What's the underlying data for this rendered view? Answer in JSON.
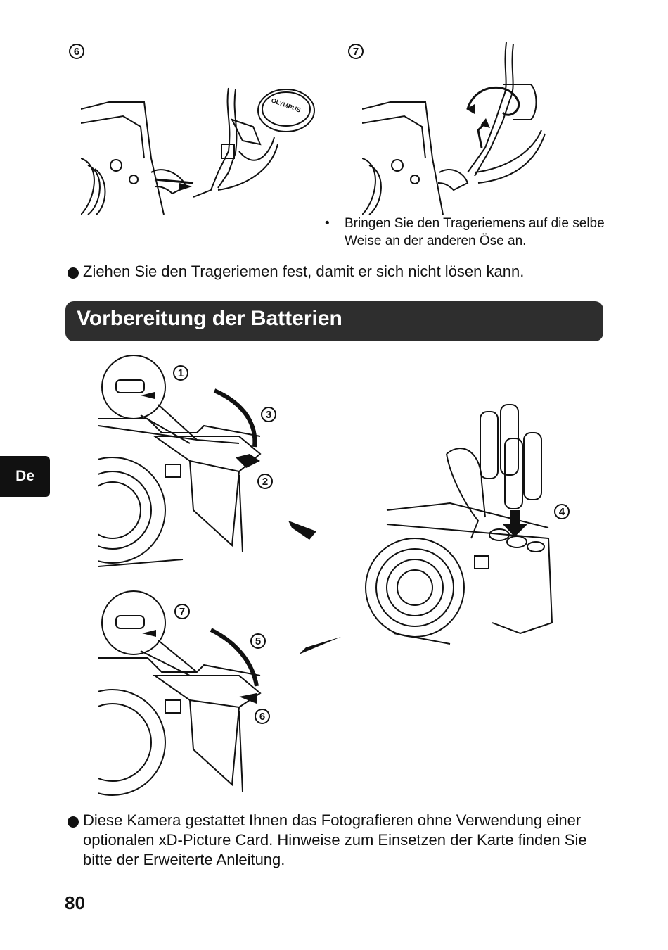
{
  "steps_top": {
    "step6": "6",
    "step7": "7"
  },
  "strap_note": "Bringen Sie den Trageriemens auf die selbe Weise an der anderen Öse an.",
  "bullet1": "Ziehen Sie den Trageriemen fest, damit er sich nicht lösen kann.",
  "section_title": "Vorbereitung der Batterien",
  "side_tab": "De",
  "battery_steps": {
    "s1": "1",
    "s2": "2",
    "s3": "3",
    "s4": "4",
    "s5": "5",
    "s6": "6",
    "s7": "7"
  },
  "bullet2": "Diese Kamera gestattet Ihnen das Fotografieren ohne Verwendung einer optionalen xD-Picture Card. Hinweise zum Einsetzen der Karte finden Sie bitte der Erweiterte Anleitung.",
  "lens_cap_brand": "OLYMPUS",
  "page_number": "80"
}
